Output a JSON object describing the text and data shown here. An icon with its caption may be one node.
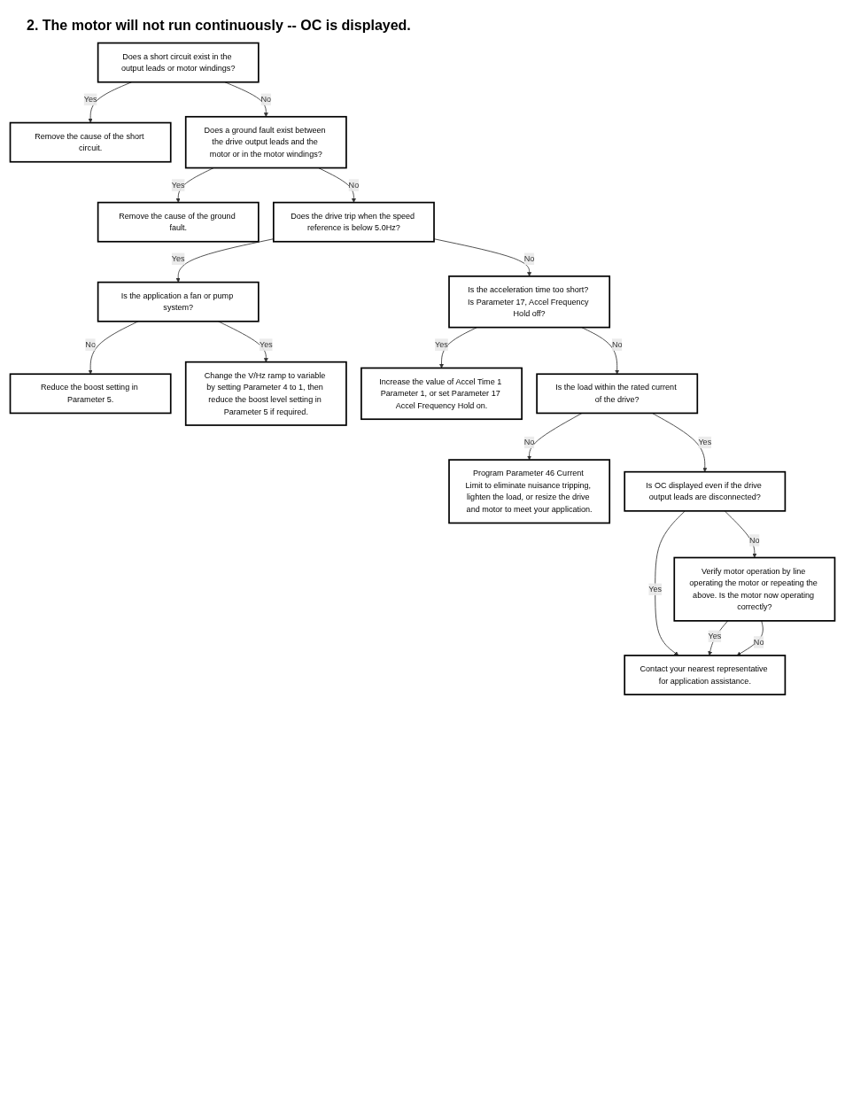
{
  "diagram": {
    "title": "2. The motor will not run continuously -- OC is displayed.",
    "nodes": [
      {
        "text": [
          "Does a short circuit exist in the output leads or motor windings?"
        ]
      },
      {
        "text": [
          "Remove the cause of the short circuit."
        ]
      },
      {
        "text": [
          "Does a ground fault exist between the drive output leads and the motor or in the motor windings?"
        ]
      },
      {
        "text": [
          "Remove the cause of the ground fault."
        ]
      },
      {
        "text": [
          "Does the drive trip when the speed reference is below 5.0Hz?"
        ]
      },
      {
        "text": [
          "Is the application a fan or pump system?"
        ]
      },
      {
        "text": [
          "Reduce the boost setting in Parameter 5."
        ]
      },
      {
        "text": [
          "Change the V/Hz ramp to variable by setting Parameter 4 to 1, then reduce the boost level setting in Parameter 5 if required."
        ]
      },
      {
        "text": [
          "Is the acceleration time too short? Is Parameter 17, Accel Frequency Hold off?"
        ]
      },
      {
        "text": [
          "Increase the value of Accel Time 1 Parameter 1, or set Parameter 17 Accel Frequency Hold on."
        ]
      },
      {
        "text": [
          "Is the load within the rated current of the drive?"
        ]
      },
      {
        "text": [
          "Program Parameter 46 Current Limit to eliminate nuisance tripping, lighten the load, or resize the drive and motor to meet your application."
        ]
      },
      {
        "text": [
          "Is OC displayed even if the drive output leads are disconnected?"
        ]
      },
      {
        "text": [
          "Verify motor operation by line operating the motor or repeating the above. Is the motor now operating correctly?"
        ]
      },
      {
        "text": [
          "Contact your nearest representative for application assistance."
        ]
      }
    ],
    "edges": [
      {
        "from": 0,
        "to": 1,
        "arrow": "to",
        "label": "Yes"
      },
      {
        "from": 0,
        "to": 2,
        "arrow": "to",
        "label": "No"
      },
      {
        "from": 2,
        "to": 3,
        "arrow": "to",
        "label": "Yes"
      },
      {
        "from": 2,
        "to": 4,
        "arrow": "to",
        "label": "No"
      },
      {
        "from": 4,
        "to": 5,
        "arrow": "to",
        "label": "Yes"
      },
      {
        "from": 5,
        "to": 6,
        "arrow": "to",
        "label": "No"
      },
      {
        "from": 5,
        "to": 7,
        "arrow": "to",
        "label": "Yes"
      },
      {
        "from": 4,
        "to": 8,
        "arrow": "to",
        "label": "No"
      },
      {
        "from": 8,
        "to": 9,
        "arrow": "to",
        "label": "Yes"
      },
      {
        "from": 8,
        "to": 10,
        "arrow": "to",
        "label": "No"
      },
      {
        "from": 10,
        "to": 11,
        "arrow": "to",
        "label": "No"
      },
      {
        "from": 10,
        "to": 12,
        "arrow": "to",
        "label": "Yes"
      },
      {
        "from": 12,
        "to": 13,
        "arrow": "to",
        "label": "No"
      },
      {
        "from": 12,
        "to": 14,
        "arrow": "to",
        "label": "Yes"
      },
      {
        "from": 13,
        "to": 14,
        "arrow": "to",
        "label": "Yes"
      },
      {
        "from": 13,
        "to": 14,
        "arrow": "to",
        "label": "No"
      }
    ]
  }
}
